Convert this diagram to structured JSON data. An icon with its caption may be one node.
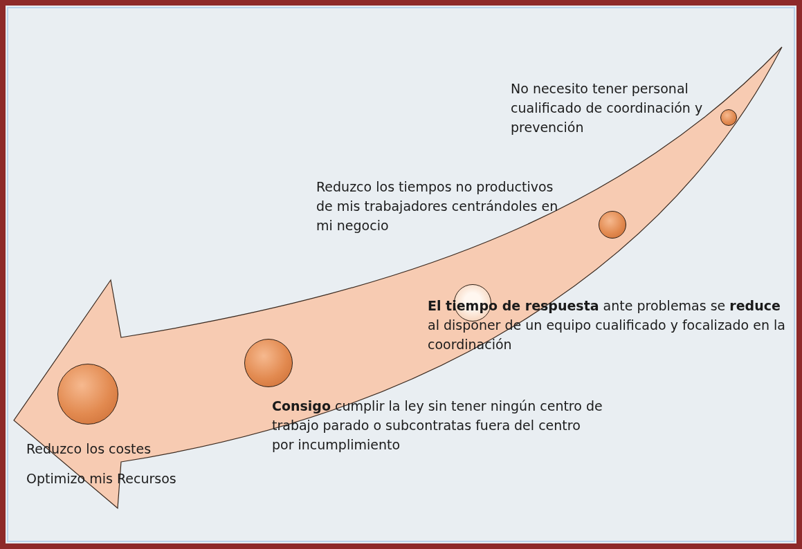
{
  "diagram": {
    "nodes": [
      {
        "text": [],
        "shape": "circle",
        "beside": [
          "Reduzco los costes",
          "Optimizo mis Recursos"
        ]
      },
      {
        "text": [],
        "shape": "circle",
        "beside": [
          "**Consigo** cumplir la ley sin tener ningún centro de trabajo parado o subcontratas fuera del centro por incumplimiento"
        ]
      },
      {
        "text": [],
        "shape": "circle",
        "beside": [
          "**El tiempo de respuesta** ante problemas se **reduce** al disponer de un equipo cualificado y focalizado en la coordinación"
        ]
      },
      {
        "text": [],
        "shape": "circle",
        "beside": [
          "Reduzco los tiempos no productivos de mis trabajadores centrándoles en mi negocio"
        ]
      },
      {
        "text": [],
        "shape": "circle",
        "beside": [
          "No necesito tener personal cualificado de coordinación y prevención"
        ]
      }
    ]
  }
}
